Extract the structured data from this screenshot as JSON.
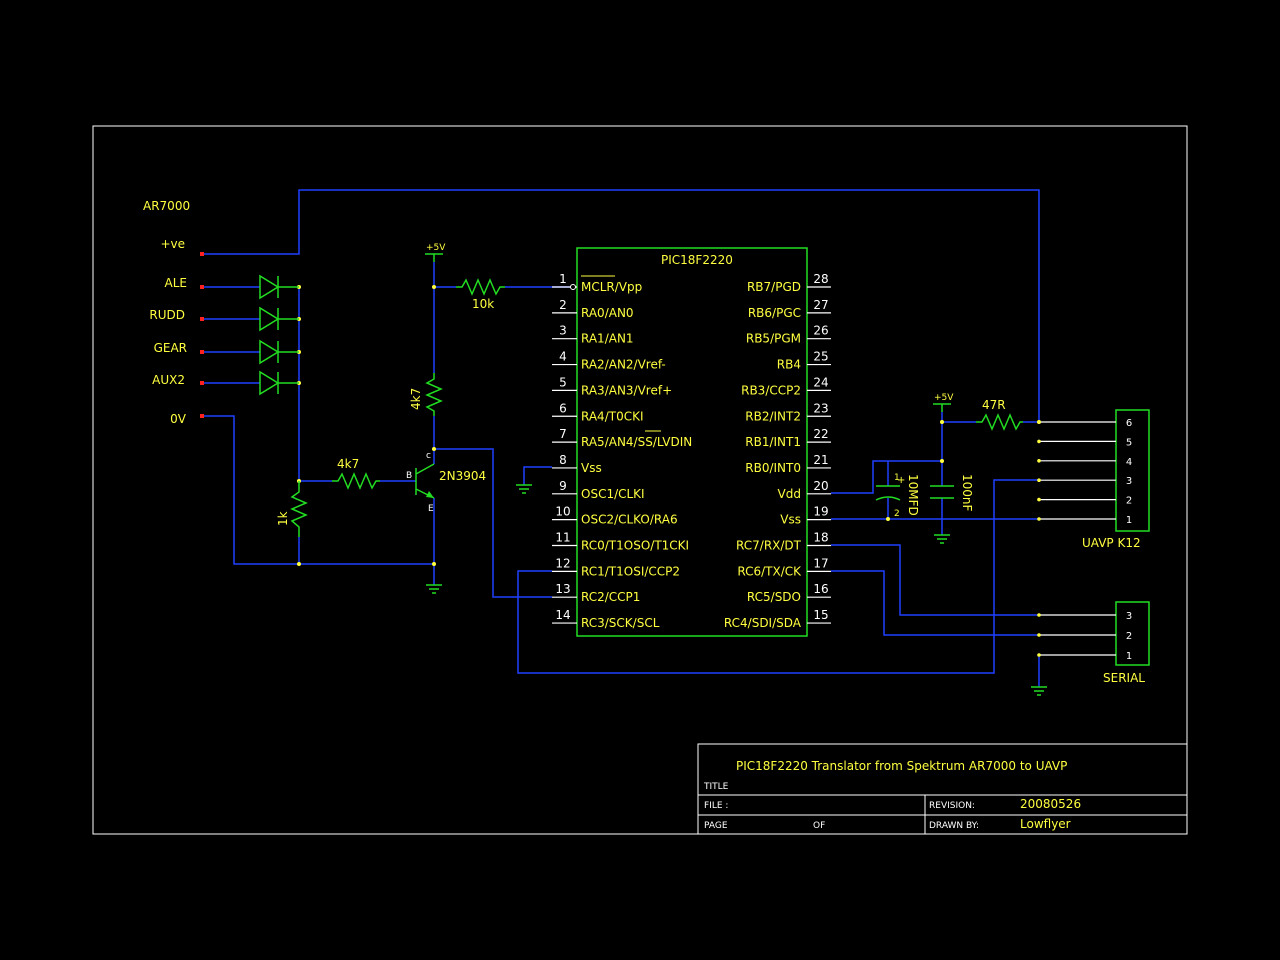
{
  "source_connector": {
    "name": "AR7000",
    "pins": [
      "+ve",
      "ALE",
      "RUDD",
      "GEAR",
      "AUX2",
      "0V"
    ]
  },
  "mcu": {
    "name": "PIC18F2220",
    "left_pins": [
      {
        "num": "1",
        "label": "MCLR/Vpp"
      },
      {
        "num": "2",
        "label": "RA0/AN0"
      },
      {
        "num": "3",
        "label": "RA1/AN1"
      },
      {
        "num": "4",
        "label": "RA2/AN2/Vref-"
      },
      {
        "num": "5",
        "label": "RA3/AN3/Vref+"
      },
      {
        "num": "6",
        "label": "RA4/T0CKI"
      },
      {
        "num": "7",
        "label": "RA5/AN4/SS/LVDIN"
      },
      {
        "num": "8",
        "label": "Vss"
      },
      {
        "num": "9",
        "label": "OSC1/CLKI"
      },
      {
        "num": "10",
        "label": "OSC2/CLKO/RA6"
      },
      {
        "num": "11",
        "label": "RC0/T1OSO/T1CKI"
      },
      {
        "num": "12",
        "label": "RC1/T1OSI/CCP2"
      },
      {
        "num": "13",
        "label": "RC2/CCP1"
      },
      {
        "num": "14",
        "label": "RC3/SCK/SCL"
      }
    ],
    "right_pins": [
      {
        "num": "28",
        "label": "RB7/PGD"
      },
      {
        "num": "27",
        "label": "RB6/PGC"
      },
      {
        "num": "26",
        "label": "RB5/PGM"
      },
      {
        "num": "25",
        "label": "RB4"
      },
      {
        "num": "24",
        "label": "RB3/CCP2"
      },
      {
        "num": "23",
        "label": "RB2/INT2"
      },
      {
        "num": "22",
        "label": "RB1/INT1"
      },
      {
        "num": "21",
        "label": "RB0/INT0"
      },
      {
        "num": "20",
        "label": "Vdd"
      },
      {
        "num": "19",
        "label": "Vss"
      },
      {
        "num": "18",
        "label": "RC7/RX/DT"
      },
      {
        "num": "17",
        "label": "RC6/TX/CK"
      },
      {
        "num": "16",
        "label": "RC5/SDO"
      },
      {
        "num": "15",
        "label": "RC4/SDI/SDA"
      }
    ]
  },
  "components": {
    "r_mclr": "10k",
    "r_collector": "4k7",
    "r_base": "4k7",
    "r_pulldown": "1k",
    "transistor": "2N3904",
    "transistor_pins": {
      "c": "c",
      "b": "B",
      "e": "E"
    },
    "supply_left": "+5V",
    "supply_right": "+5V",
    "r_vdd": "47R",
    "c_electrolytic": "10MFD",
    "c_ceramic": "100nF",
    "cap_pin1": "1",
    "cap_pin2": "2",
    "cap_plus": "+"
  },
  "uavp_connector": {
    "name": "UAVP K12",
    "pins": [
      "6",
      "5",
      "4",
      "3",
      "2",
      "1"
    ]
  },
  "serial_connector": {
    "name": "SERIAL",
    "pins": [
      "3",
      "2",
      "1"
    ]
  },
  "title_block": {
    "title_value": "PIC18F2220 Translator from Spektrum AR7000 to UAVP",
    "title_label": "TITLE",
    "file_label": "FILE :",
    "page_label": "PAGE",
    "of_label": "OF",
    "revision_label": "REVISION:",
    "revision_value": "20080526",
    "drawn_by_label": "DRAWN BY:",
    "drawn_by_value": "Lowflyer"
  },
  "colors": {
    "wire": "#2040ff",
    "component": "#22dd22",
    "text": "#ffff40",
    "pin_number": "#ffffff",
    "background": "#000000"
  }
}
